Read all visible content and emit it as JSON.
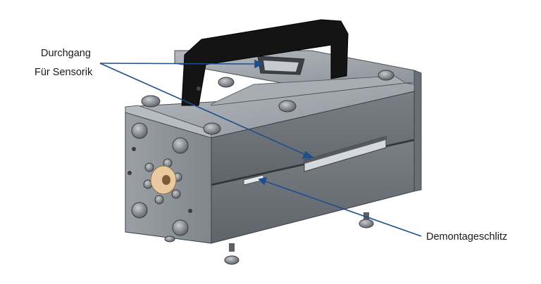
{
  "labels": {
    "channel_line1": "Durchgang",
    "channel_line2": "Für Sensorik",
    "slot": "Demontageschlitz"
  },
  "colors": {
    "leader_line": "#1f4e8c",
    "body_face": "#6e7278",
    "body_top": "#9fa4aa",
    "front_face": "#8d9196",
    "handle": "#111111",
    "bolt": "#7a7e83",
    "bushing": "#e8c9a0"
  },
  "icons": {
    "bolt": "hex-bolt-icon",
    "bushing": "bushing-ring-icon"
  }
}
